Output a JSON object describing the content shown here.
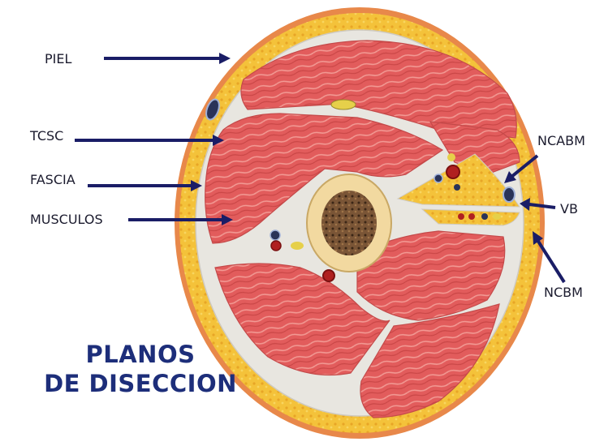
{
  "labels": {
    "piel": "PIEL",
    "tcsc": "TCSC",
    "fascia": "FASCIA",
    "musculos": "MUSCULOS",
    "ncabm": "NCABM",
    "vb": "VB",
    "ncbm": "NCBM"
  },
  "title": {
    "line1": "PLANOS",
    "line2": "DE DISECCION"
  },
  "colors": {
    "skin": "#e8884a",
    "fat": "#f4c23a",
    "fascia": "#e8e6e0",
    "muscle": "#e06060",
    "bone": "#f2d9a0",
    "marrow": "#6b4a2e",
    "arrow": "#1a1d66",
    "title": "#1d2e7a"
  }
}
